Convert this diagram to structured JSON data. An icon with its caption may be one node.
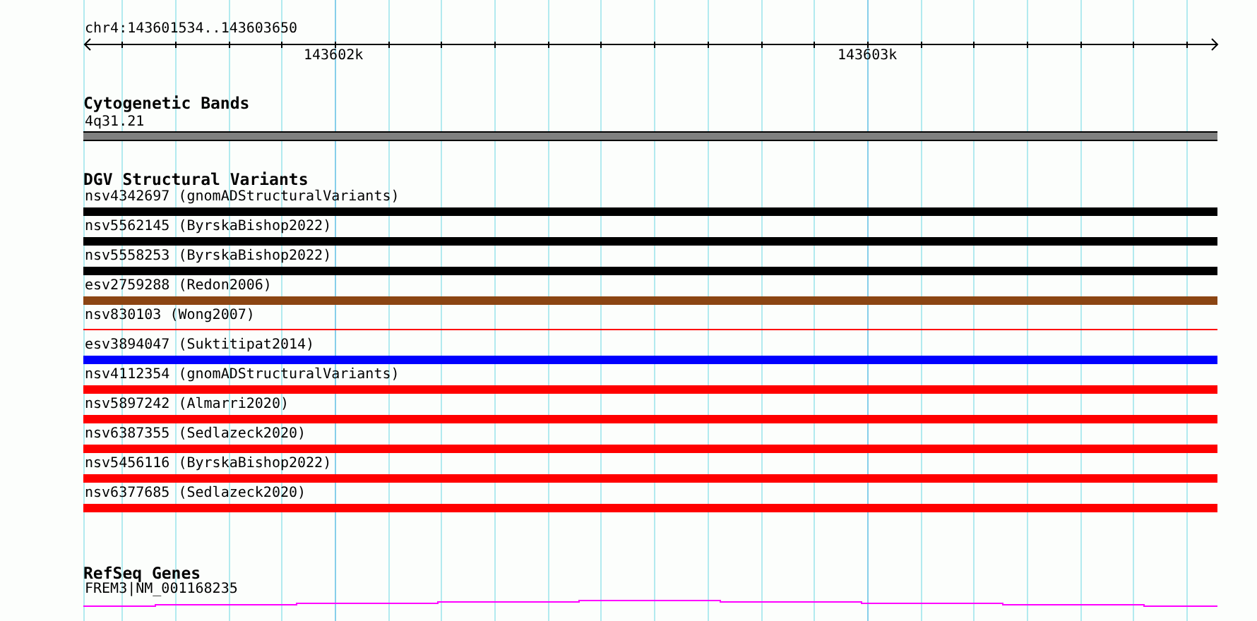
{
  "diagram": {
    "title": "chr4:143601534..143603650",
    "nodes": [
      {
        "text": [
          "4q31.21"
        ]
      },
      {
        "text": [
          "nsv4342697 (gnomADStructuralVariants)"
        ]
      },
      {
        "text": [
          "nsv5562145 (ByrskaBishop2022)"
        ]
      },
      {
        "text": [
          "nsv5558253 (ByrskaBishop2022)"
        ]
      },
      {
        "text": [
          "esv2759288 (Redon2006)"
        ]
      },
      {
        "text": [
          "nsv830103 (Wong2007)"
        ]
      },
      {
        "text": [
          "esv3894047 (Suktitipat2014)"
        ]
      },
      {
        "text": [
          "nsv4112354 (gnomADStructuralVariants)"
        ]
      },
      {
        "text": [
          "nsv5897242 (Almarri2020)"
        ]
      },
      {
        "text": [
          "nsv6387355 (Sedlazeck2020)"
        ]
      },
      {
        "text": [
          "nsv5456116 (ByrskaBishop2022)"
        ]
      },
      {
        "text": [
          "nsv6377685 (Sedlazeck2020)"
        ]
      },
      {
        "text": [
          "FREM3|NM_001168235"
        ]
      }
    ],
    "labels": [
      "143602k",
      "143603k",
      "Cytogenetic Bands",
      "DGV Structural Variants",
      "RefSeq Genes"
    ]
  }
}
